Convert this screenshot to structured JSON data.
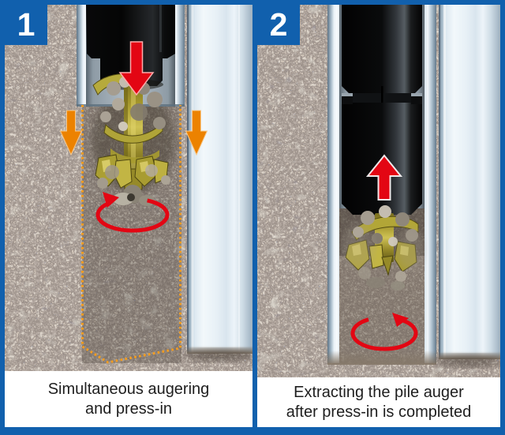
{
  "colors": {
    "frame-blue": "#1160ad",
    "caption-bg": "#ffffff",
    "caption-text": "#1e1e1e",
    "badge-text": "#ffffff",
    "arrow-red": "#e30613",
    "arrow-orange": "#ec8200",
    "outline-orange": "#f49d20",
    "soil-brown": "#877a6b",
    "machine-black": "#0a0a0c",
    "auger-gold": "#b5a739"
  },
  "panels": [
    {
      "step_number": "1",
      "caption_lines": [
        "Simultaneous augering",
        "and press-in"
      ],
      "icons": [
        "press-in-down-arrow-icon",
        "settlement-down-arrow-left-icon",
        "settlement-down-arrow-right-icon",
        "auger-rotation-arrow-icon",
        "planned-pile-outline-dotted"
      ]
    },
    {
      "step_number": "2",
      "caption_lines": [
        "Extracting the pile auger",
        "after press-in is completed"
      ],
      "icons": [
        "extraction-up-arrow-icon",
        "auger-rotation-arrow-icon"
      ]
    }
  ]
}
